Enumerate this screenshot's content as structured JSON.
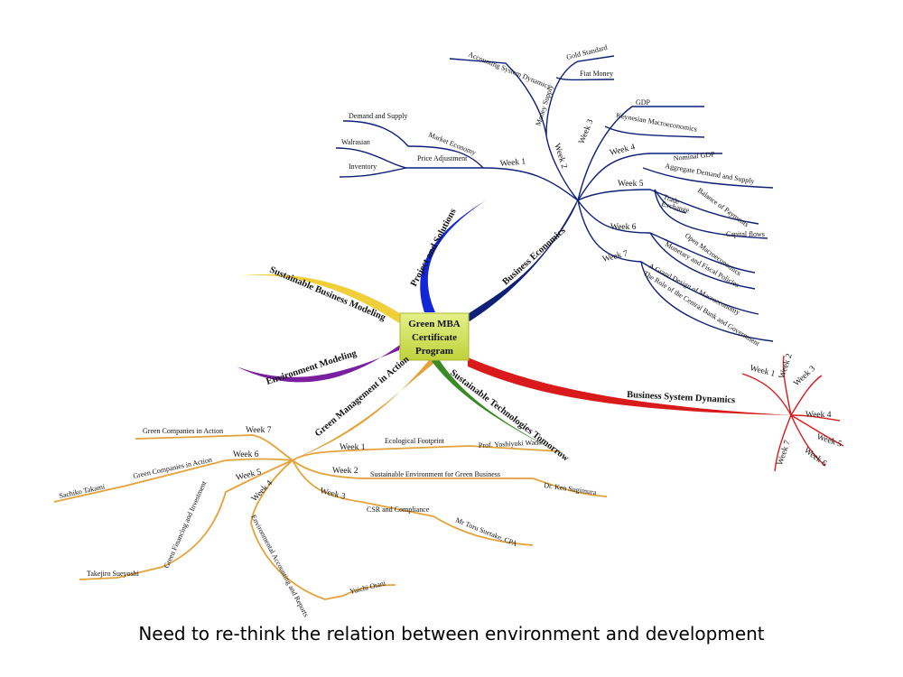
{
  "center": {
    "line1": "Green MBA",
    "line2": "Certificate",
    "line3": "Program",
    "color": "#d8e84a"
  },
  "branch_colors": {
    "business_economics": "#0e1f78",
    "project_solutions": "#1226d8",
    "sustainable_modeling": "#f0cf3a",
    "environment_modeling": "#7a1fa0",
    "management_in_action": "#e3a23a",
    "technologies": "#3b8a26",
    "system_dynamics": "#d81a1a"
  },
  "business_economics": {
    "label": "Business Economics",
    "week1": "Week 1",
    "market_economy": "Market Economy",
    "demand_supply": "Demand and Supply",
    "price_adjustment": "Price Adjustment",
    "walrasian": "Walrasian",
    "inventory": "Inventory",
    "week2": "Week 2",
    "money_supply": "Money Supply",
    "accounting": "Accounting System Dynamics",
    "gold": "Gold Standard",
    "fiat": "Fiat Money",
    "week3": "Week 3",
    "gdp": "GDP",
    "keynesian": "Keynesian Macroeconomics",
    "week4": "Week 4",
    "nominal_gdp": "Nominal GDP",
    "aggregate": "Aggregate Demand and Supply",
    "week5": "Week 5",
    "balance": "Balance of Payments",
    "trade": "Trade",
    "exchange": "Exchange",
    "capital": "Capital flows",
    "week6": "Week 6",
    "open_macro": "Open Macroeconomics",
    "monetary": "Monetary and Fiscal Policies",
    "week7": "Week 7",
    "grand_design": "A Grand Design of Macroeconomy",
    "role_cb": "The Role of the Central Bank and Government"
  },
  "project_solutions": {
    "label": "Project and Solutions"
  },
  "sustainable_modeling": {
    "label": "Sustainable Business Modeling"
  },
  "environment_modeling": {
    "label": "Environment Modeling"
  },
  "technologies": {
    "label": "Sustainable Technologies Tomorrow"
  },
  "system_dynamics": {
    "label": "Business System Dynamics",
    "week1": "Week 1",
    "week2": "Week 2",
    "week3": "Week 3",
    "week4": "Week 4",
    "week5": "Week 5",
    "week6": "Week 6",
    "week7": "Week 7"
  },
  "management": {
    "label": "Green Management in Action",
    "week1": "Week 1",
    "ecological": "Ecological Footprint",
    "wada": "Prof. Yoshiyuki Wada",
    "week2": "Week 2",
    "sustainable_env": "Sustainable Environment for Green Business",
    "sugimura": "Dr. Ken Sugimura",
    "week3": "Week 3",
    "csr": "CSR and Compliance",
    "suetake": "Mr Toru Suetake, CPA",
    "week4": "Week 4",
    "env_accounting": "Environmental Accounting and Reports",
    "otani": "Yuichi Otani",
    "week5": "Week 5",
    "green_financing": "Green Financing and Investment",
    "sueyoshi": "Takejiro Sueyoshi",
    "week6": "Week 6",
    "green_companies_6": "Green Companies in Action",
    "takami": "Sachiko Takami",
    "week7": "Week 7",
    "green_companies_7": "Green Companies in Action"
  },
  "caption": "Need to re-think the relation between environment and development"
}
